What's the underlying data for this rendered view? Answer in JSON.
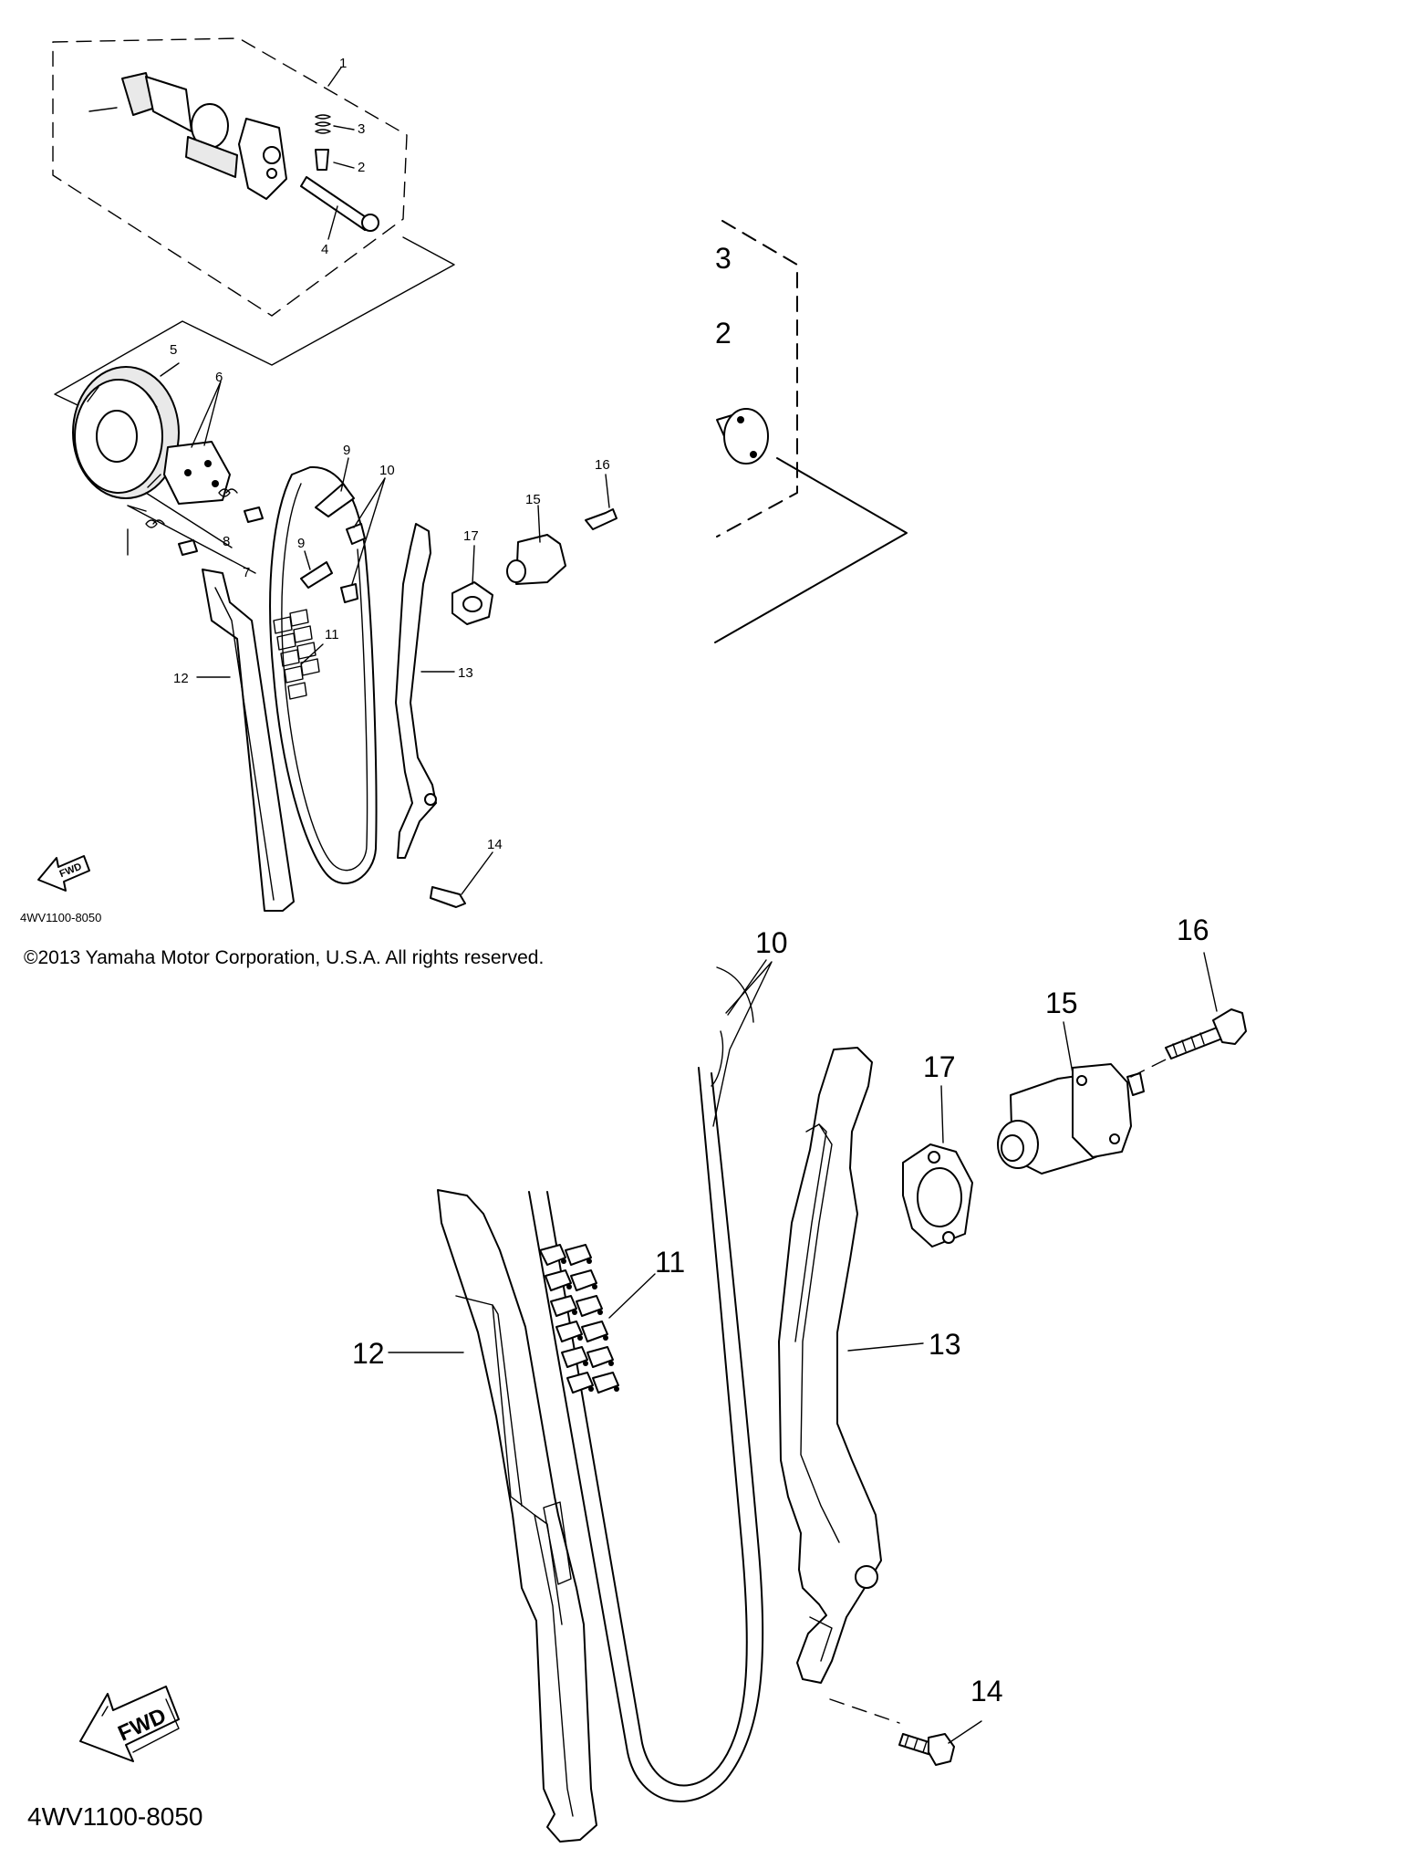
{
  "overview": {
    "callouts": {
      "p1": "1",
      "p2": "2",
      "p3": "3",
      "p4": "4",
      "p5": "5",
      "p6": "6",
      "p7": "7",
      "p8": "8",
      "p9a": "9",
      "p9b": "9",
      "p10": "10",
      "p11": "11",
      "p12": "12",
      "p13": "13",
      "p14": "14",
      "p15": "15",
      "p16": "16",
      "p17": "17"
    },
    "fwd_label": "FWD",
    "diagram_code": "4WV1100-8050"
  },
  "detail": {
    "callouts": {
      "p2": "2",
      "p3": "3",
      "p10": "10",
      "p11": "11",
      "p12": "12",
      "p13": "13",
      "p14": "14",
      "p15": "15",
      "p16": "16",
      "p17": "17"
    },
    "fwd_label": "FWD",
    "diagram_code": "4WV1100-8050"
  },
  "copyright": "©2013 Yamaha Motor Corporation, U.S.A. All rights reserved."
}
